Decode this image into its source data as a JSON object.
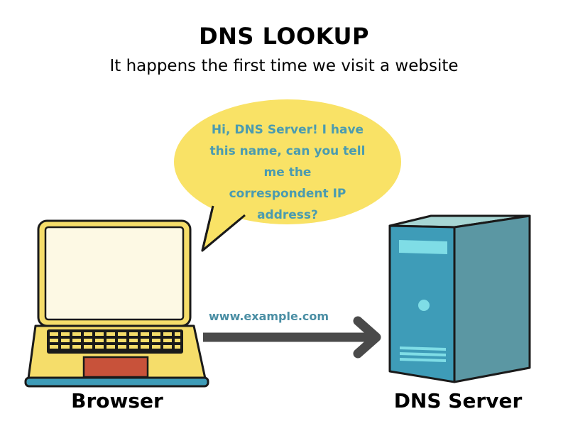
{
  "header": {
    "title": "DNS LOOKUP",
    "subtitle": "It happens the first time we visit a website"
  },
  "bubble": {
    "lines": [
      "Hi, DNS Server! I have",
      "this name, can you tell",
      "me the",
      "correspondent IP",
      "address?"
    ]
  },
  "request": {
    "url": "www.example.com"
  },
  "labels": {
    "browser": "Browser",
    "server": "DNS Server"
  },
  "icons": {
    "laptop": "laptop-icon",
    "server": "server-icon",
    "arrow": "arrow-right-icon",
    "bubble": "speech-bubble-icon"
  },
  "colors": {
    "bubble_fill": "#f9e266",
    "bubble_text": "#4a9bb0",
    "laptop_body": "#f5dd6a",
    "laptop_screen": "#fdf9e4",
    "trackpad": "#c8523a",
    "server_front": "#3e9cb8",
    "server_side": "#5b97a3",
    "server_top": "#a7d6d4",
    "server_accent": "#7fdde6",
    "arrow": "#4a4a4a",
    "url_text": "#4a8ea4"
  }
}
